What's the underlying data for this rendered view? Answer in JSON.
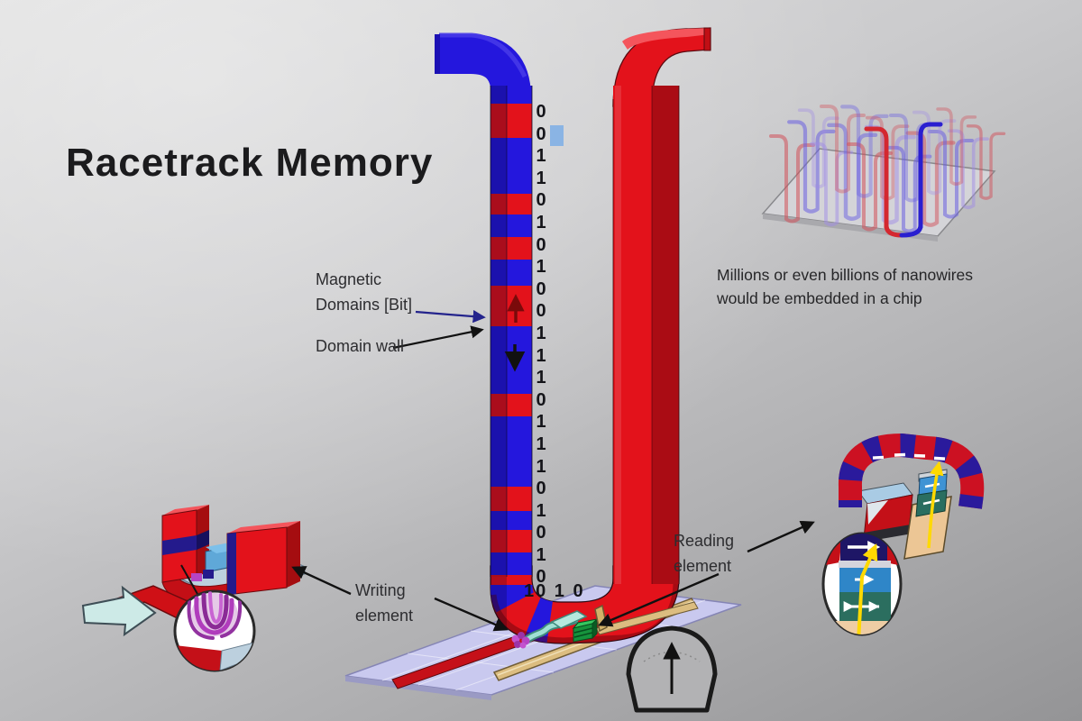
{
  "title": "Racetrack Memory",
  "labels": {
    "magnetic_domains": {
      "line1": "Magnetic",
      "line2": "Domains [Bit]"
    },
    "domain_wall": {
      "text": "Domain wall"
    },
    "writing_element": {
      "line1": "Writing",
      "line2": "element"
    },
    "reading_element": {
      "line1": "Reading",
      "line2": "element"
    },
    "chip_caption": {
      "line1": "Millions or even billions of nanowires",
      "line2": "would be embedded in a chip"
    }
  },
  "bits": {
    "column": [
      "0",
      "0",
      "1",
      "1",
      "0",
      "1",
      "0",
      "1",
      "0",
      "0",
      "1",
      "1",
      "1",
      "0",
      "1",
      "1",
      "1",
      "0",
      "1",
      "0",
      "1",
      "0"
    ],
    "bottom_row": "10 1 0"
  },
  "colors": {
    "domain_red": "#e3121b",
    "domain_blue": "#2417dd",
    "substrate_lavender": "#c9c9ef",
    "chip_base_gray": "#d2d2d6",
    "write_track_red": "#c51019",
    "contact_track_gold": "#dcbd80",
    "reading_element_green": "#16933c",
    "writing_vortex_purple": "#b644c4",
    "field_arrow_cyan": "#cdeae7",
    "current_yellow": "#ffd900"
  }
}
